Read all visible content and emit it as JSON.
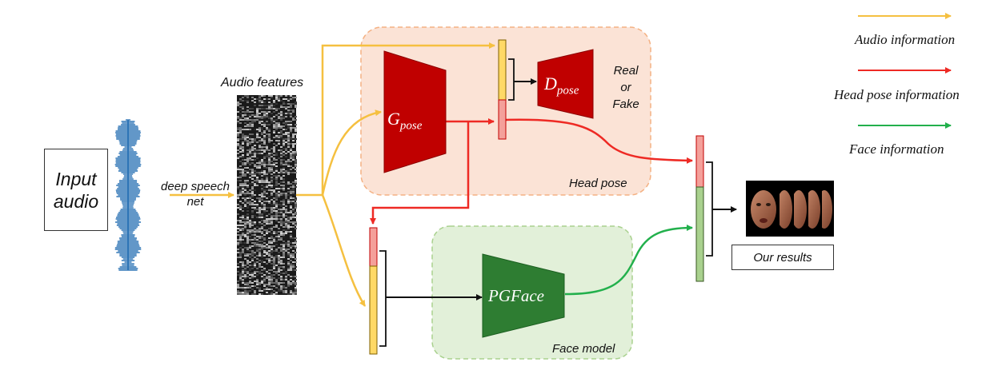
{
  "input_block": {
    "line1": "Input",
    "line2": "audio"
  },
  "feature_extractor": {
    "line1": "deep speech",
    "line2": "net"
  },
  "audio_features_label": "Audio features",
  "head_pose_group": {
    "title": "Head pose",
    "generator_main": "G",
    "generator_sub": "pose",
    "discriminator_main": "D",
    "discriminator_sub": "pose",
    "output_line1": "Real",
    "output_line2": "or",
    "output_line3": "Fake"
  },
  "face_model_group": {
    "title": "Face model",
    "network": "PGFace"
  },
  "results_label": "Our results",
  "legend": [
    {
      "label": "Audio information",
      "color": "#F5C040"
    },
    {
      "label": "Head pose information",
      "color": "#EE2A24"
    },
    {
      "label": "Face information",
      "color": "#22B04C"
    }
  ],
  "colors": {
    "audio": "#F5C040",
    "pose": "#EE2A24",
    "face": "#22B04C",
    "head_pose_fill": "#FBE3D6",
    "head_pose_border": "#F4B183",
    "face_model_fill": "#E2F0D9",
    "face_model_border": "#A9D18E",
    "generator_fill": "#C00000",
    "pgface_fill": "#2E7D32",
    "audio_bar": "#FFD966",
    "pose_bar": "#F4A09A",
    "face_bar": "#A9D18E",
    "waveform": "#2E75B6"
  }
}
